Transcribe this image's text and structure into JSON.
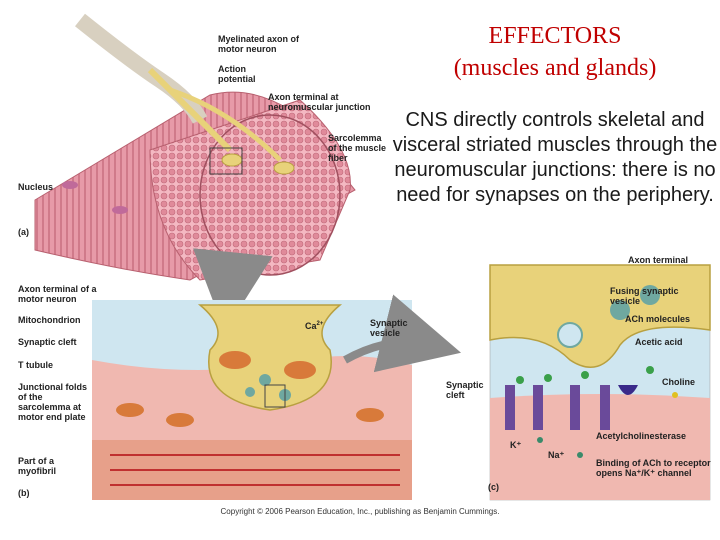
{
  "title": {
    "line1": "EFFECTORS",
    "line2": "(muscles and glands)"
  },
  "body_text": "CNS directly controls skeletal and visceral striated muscles through the neuromuscular junctions: there is no need for synapses on the periphery.",
  "panel_a": {
    "letter": "(a)",
    "labels": {
      "myelinated_axon": "Myelinated axon of motor neuron",
      "action_potential": "Action potential",
      "axon_terminal_nmj": "Axon terminal at neuromuscular junction",
      "sarcolemma": "Sarcolemma of the muscle fiber",
      "nucleus": "Nucleus"
    }
  },
  "panel_b": {
    "letter": "(b)",
    "labels": {
      "axon_terminal": "Axon terminal of a motor neuron",
      "mitochondrion": "Mitochondrion",
      "synaptic_cleft": "Synaptic cleft",
      "t_tubule": "T tubule",
      "junctional_folds": "Junctional folds of the sarcolemma at motor end plate",
      "myofibril": "Part of a myofibril",
      "ca": "Ca",
      "ca_sup": "2+",
      "synaptic_vesicle": "Synaptic vesicle"
    }
  },
  "panel_c": {
    "letter": "(c)",
    "labels": {
      "axon_terminal": "Axon terminal",
      "fusing_vesicle": "Fusing synaptic vesicle",
      "ach_molecules": "ACh molecules",
      "acetic_acid": "Acetic acid",
      "synaptic_cleft": "Synaptic cleft",
      "choline": "Choline",
      "acetylcholinesterase": "Acetylcholinesterase",
      "k_plus": "K⁺",
      "na_plus": "Na⁺",
      "binding": "Binding of ACh to receptor opens Na⁺/K⁺ channel"
    }
  },
  "copyright": "Copyright © 2006 Pearson Education, Inc., publishing as Benjamin Cummings.",
  "colors": {
    "title": "#c00000",
    "muscle": "#e79aa8",
    "nerve": "#e8d27a",
    "cleft": "#cfe6f0",
    "vesicle": "#6fa8a0"
  },
  "icons": {
    "arrow_a_to_b": "curved-arrow-icon",
    "arrow_b_to_c": "curved-arrow-icon"
  }
}
